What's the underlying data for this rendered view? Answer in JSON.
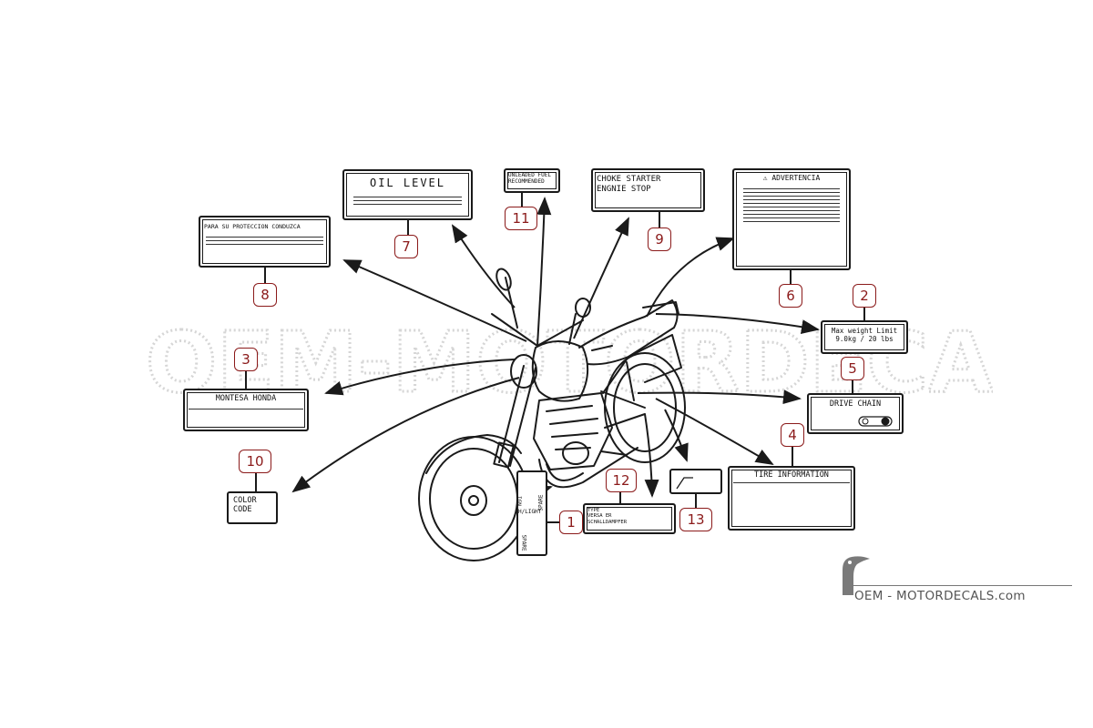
{
  "watermark": {
    "text": "OEM-MOTORDECALS.com"
  },
  "labels": {
    "oil_level": {
      "title": "OIL LEVEL"
    },
    "unleaded_fuel": {
      "line1": "UNLEADED FUEL",
      "line2": "RECOMMENDED"
    },
    "choke": {
      "line1": "CHOKE STARTER",
      "line2": "ENGNIE STOP"
    },
    "advertencia": {
      "title": "⚠ ADVERTENCIA"
    },
    "proteccion": {
      "title": "PARA SU PROTECCION CONDUZCA"
    },
    "max_weight": {
      "line1": "Max weight Limit",
      "line2": "9.0kg / 20 lbs"
    },
    "montesa": {
      "title": "MONTESA HONDA"
    },
    "drive_chain": {
      "title": "DRIVE CHAIN"
    },
    "tire": {
      "title": "TIRE INFORMATION"
    },
    "color_code": {
      "line1": "COLOR",
      "line2": "CODE"
    },
    "spare": {
      "ign": "IGN",
      "light": "H/LIGHT",
      "spare1": "SPARE",
      "spare2": "SPARE"
    },
    "type": {
      "line1": "TYPE",
      "line2": "VERSA ER",
      "line3": "SCHALLDAMPFER"
    }
  },
  "callouts": {
    "n1": "1",
    "n2": "2",
    "n3": "3",
    "n4": "4",
    "n5": "5",
    "n6": "6",
    "n7": "7",
    "n8": "8",
    "n9": "9",
    "n10": "10",
    "n11": "11",
    "n12": "12",
    "n13": "13"
  },
  "logo": {
    "text": "OEM - MOTORDECALS.com"
  },
  "colors": {
    "callout": "#8b1a1a",
    "line": "#1a1a1a",
    "watermark": "#d6d6d6"
  }
}
